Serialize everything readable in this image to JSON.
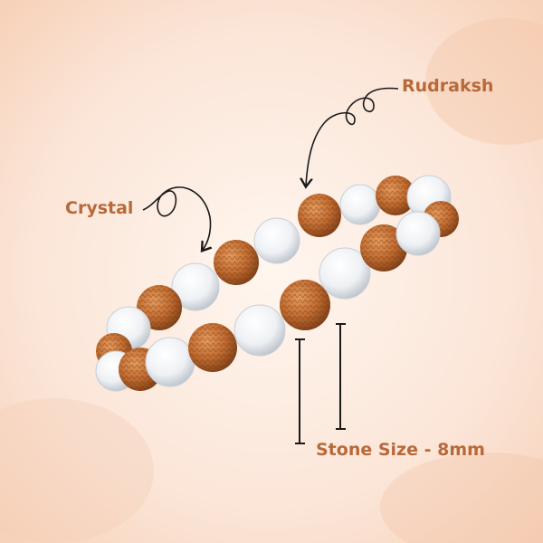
{
  "labels": {
    "rudraksh": "Rudraksh",
    "crystal": "Crystal",
    "stone_size": "Stone Size - 8mm"
  },
  "colors": {
    "label": "#b8693a",
    "background": "#fbe4d6",
    "rudraksh_bead": "#b5622c",
    "crystal_bead": "#f3f5f7",
    "ink": "#1a1a1a"
  }
}
